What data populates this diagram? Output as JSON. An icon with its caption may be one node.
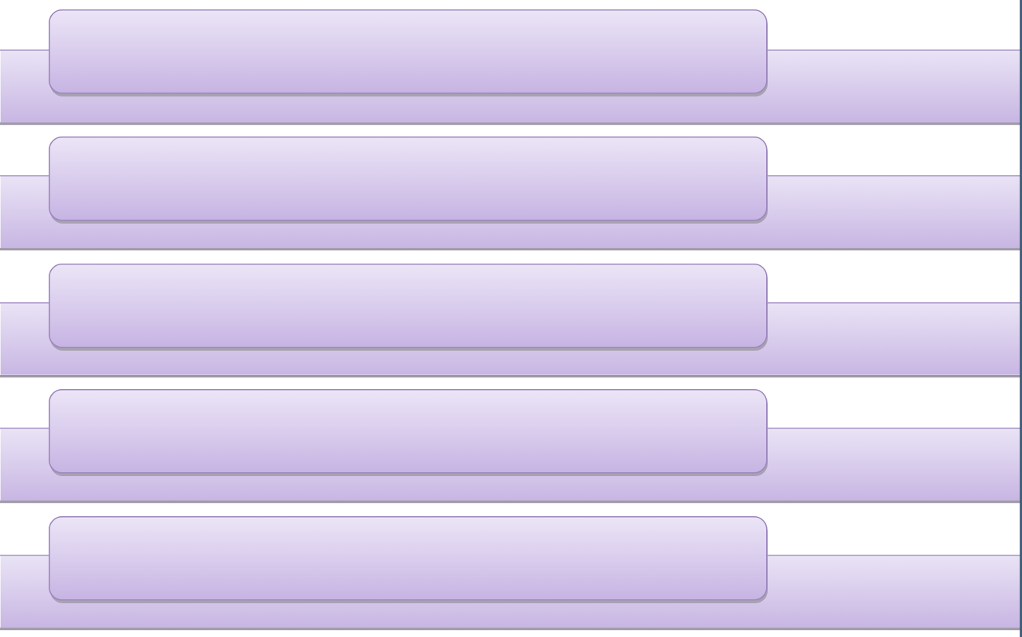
{
  "diagram": {
    "nodes": [
      {
        "text": [],
        "shape": "box"
      },
      {
        "text": [],
        "shape": "bar"
      },
      {
        "text": [],
        "shape": "box"
      },
      {
        "text": [],
        "shape": "bar"
      },
      {
        "text": [],
        "shape": "box"
      },
      {
        "text": [],
        "shape": "bar"
      },
      {
        "text": [],
        "shape": "box"
      },
      {
        "text": [],
        "shape": "bar"
      },
      {
        "text": [],
        "shape": "box"
      },
      {
        "text": [],
        "shape": "bar"
      }
    ]
  }
}
